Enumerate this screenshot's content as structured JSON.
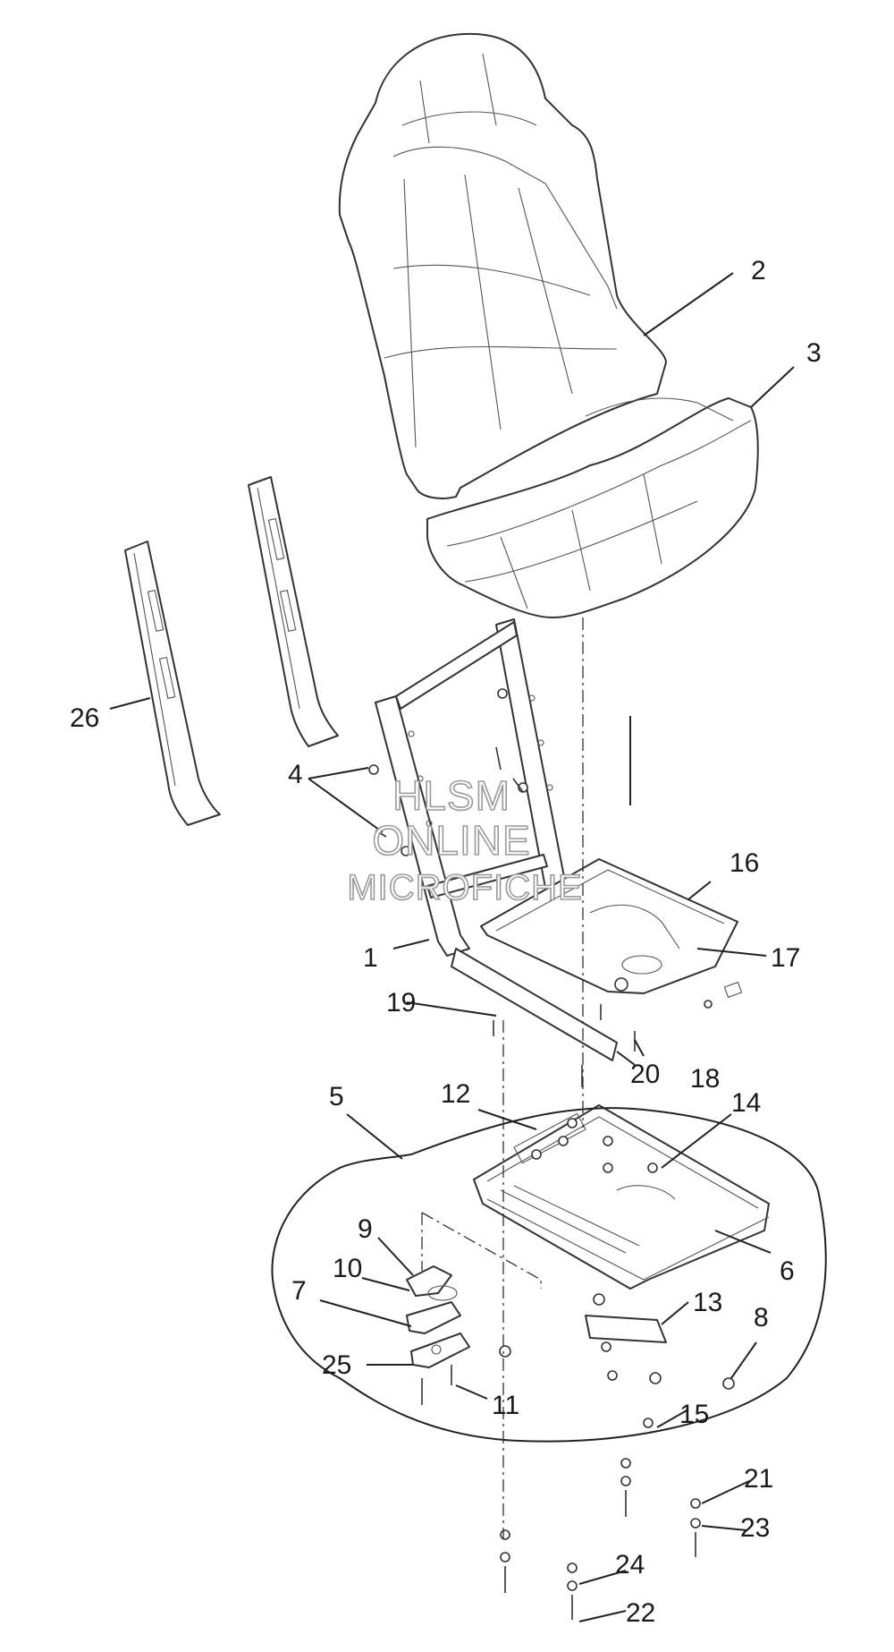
{
  "watermark": {
    "line1": "HLSM",
    "line2": "ONLINE",
    "line3": "MICROFICHE"
  },
  "callouts": {
    "c1": "1",
    "c2": "2",
    "c3": "3",
    "c4": "4",
    "c5": "5",
    "c6": "6",
    "c7": "7",
    "c8": "8",
    "c9": "9",
    "c10": "10",
    "c11": "11",
    "c12": "12",
    "c13": "13",
    "c14": "14",
    "c15": "15",
    "c16": "16",
    "c17": "17",
    "c18": "18",
    "c19": "19",
    "c20": "20",
    "c21": "21",
    "c22": "22",
    "c23": "23",
    "c24": "24",
    "c25": "25",
    "c26": "26"
  }
}
